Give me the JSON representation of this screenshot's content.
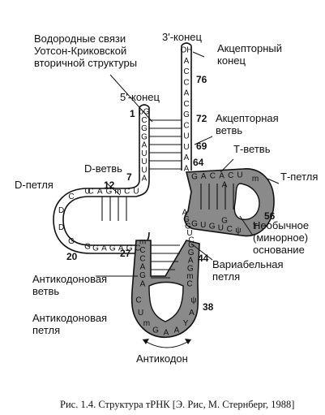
{
  "labels": {
    "hbonds": "Водородные связи\nУотсон-Криковской\nвторичной структуры",
    "three_end": "3'-конец",
    "acceptor_end": "Акцепторный\nконец",
    "five_end": "5'-конец",
    "acceptor_arm": "Акцепторная\nветвь",
    "t_arm": "Т-ветвь",
    "t_loop": "Т-петля",
    "d_arm": "D-ветвь",
    "d_loop": "D-петля",
    "unusual_base": "Необычное\n(минорное)\nоснование",
    "variable_loop": "Вариабельная\nпетля",
    "anticodon_arm": "Антикодоновая\nветвь",
    "anticodon_loop": "Антикодоновая\nпетля",
    "anticodon": "Антикодон"
  },
  "numbers": {
    "n76": "76",
    "n72": "72",
    "n69": "69",
    "n64": "64",
    "n1": "1",
    "n7": "7",
    "n12": "12",
    "n20": "20",
    "n27": "27",
    "n44": "44",
    "n56": "56",
    "n38": "38"
  },
  "sequences": {
    "acceptor_3prime": [
      "OH",
      "A",
      "C",
      "C",
      "A",
      "C",
      "G",
      "C",
      "U",
      "U",
      "A",
      "A"
    ],
    "acceptor_5prime": [
      "pG",
      "C",
      "G",
      "G",
      "A",
      "U",
      "U",
      "U",
      "A"
    ],
    "d_region": [
      "U",
      "C",
      "m",
      "G",
      "A",
      "C",
      "U",
      "C",
      "D",
      "D",
      "G",
      "G",
      "G",
      "A",
      "G",
      "A",
      "G",
      "C"
    ],
    "t_region": [
      "G",
      "A",
      "C",
      "A",
      "C",
      "U",
      "m",
      "A",
      "G",
      "T",
      "ψ",
      "C",
      "U",
      "G",
      "U",
      "G"
    ],
    "anticodon_stem_5": [
      "m",
      "C",
      "C",
      "A",
      "G",
      "A"
    ],
    "anticodon_stem_3": [
      "G",
      "G",
      "A",
      "G",
      "m",
      "C"
    ],
    "anticodon_loop": [
      "C",
      "U",
      "m",
      "G",
      "A",
      "A",
      "Y",
      "A",
      "ψ"
    ],
    "variable": [
      "A",
      "G",
      "G",
      "U",
      "C"
    ]
  },
  "caption": "Рис. 1.4. Структура тРНК [Э. Рис, М. Стернберг, 1988]"
}
